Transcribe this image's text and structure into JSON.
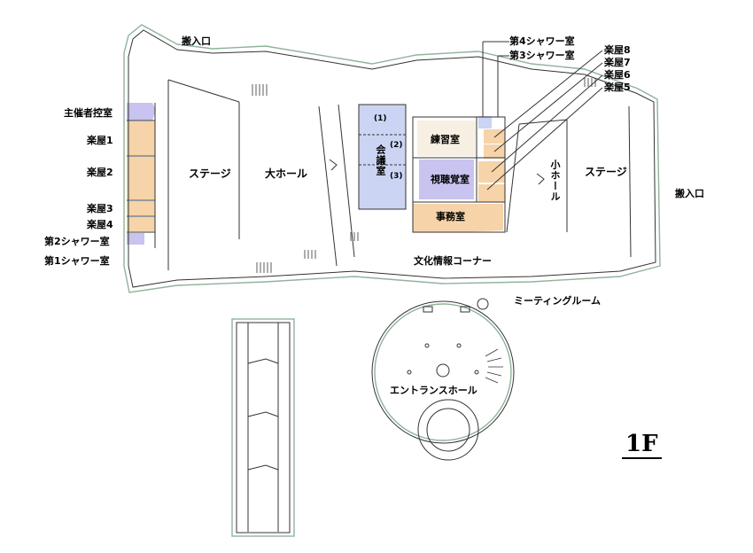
{
  "floor_label": "1F",
  "colors": {
    "orange": "#f6d3a8",
    "purple": "#c9c3ef",
    "blue": "#ccd4f3",
    "beige": "#f7efe1",
    "wall": "#333333",
    "outline_green": "#8fb39b"
  },
  "rooms": {
    "loading_left": "搬入口",
    "organizer_room": "主催者控室",
    "green_room_1": "楽屋1",
    "green_room_2": "楽屋2",
    "green_room_3": "楽屋3",
    "green_room_4": "楽屋4",
    "shower_2": "第2シャワー室",
    "shower_1": "第1シャワー室",
    "stage_left": "ステージ",
    "main_hall": "大ホール",
    "conf_1": "(1)",
    "conf_2": "(2)",
    "conf_3": "(3)",
    "conference_room": "会議室",
    "practice_room": "練習室",
    "av_room": "視聴覚室",
    "office": "事務室",
    "culture_corner": "文化情報コーナー",
    "shower_4": "第4シャワー室",
    "shower_3": "第3シャワー室",
    "green_room_8": "楽屋8",
    "green_room_7": "楽屋7",
    "green_room_6": "楽屋6",
    "green_room_5": "楽屋5",
    "small_hall": "小ホール",
    "stage_right": "ステージ",
    "loading_right": "搬入口",
    "meeting_room": "ミーティングルーム",
    "entrance_hall": "エントランスホール"
  }
}
